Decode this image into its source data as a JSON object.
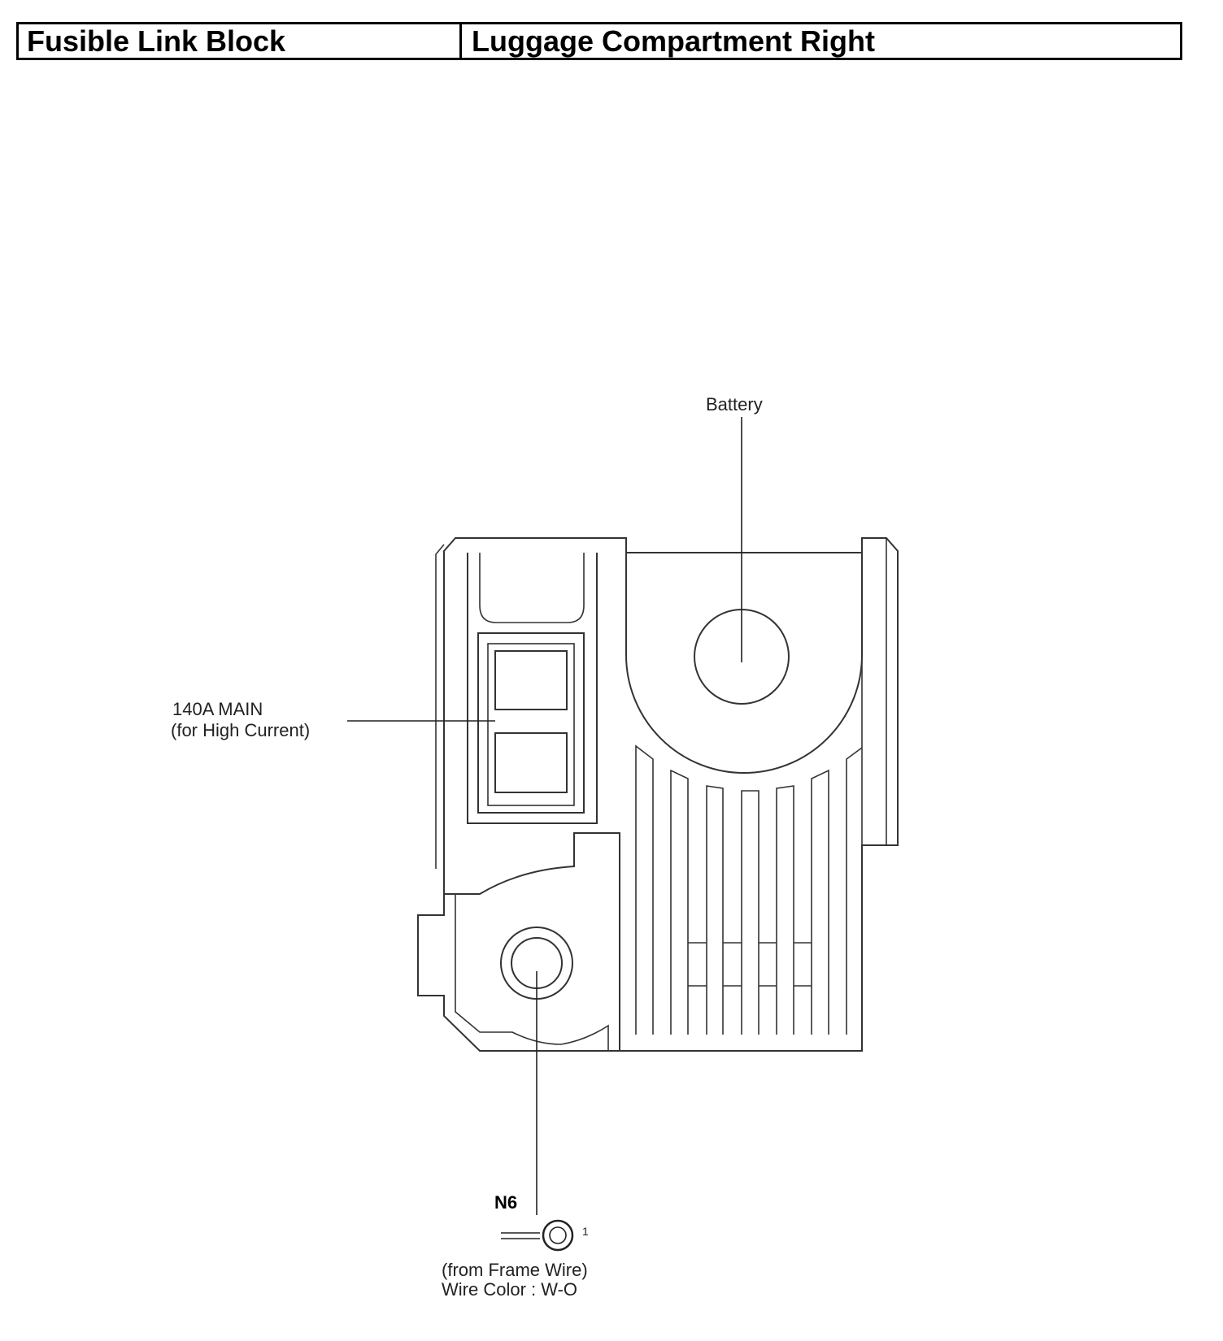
{
  "header": {
    "component": "Fusible Link Block",
    "location": "Luggage Compartment Right"
  },
  "labels": {
    "battery": "Battery",
    "fuse_line1": "140A MAIN",
    "fuse_line2": "(for High Current)",
    "connector_id": "N6",
    "pin_number": "1",
    "source": "(from Frame Wire)",
    "wire_color": "Wire Color : W-O"
  }
}
